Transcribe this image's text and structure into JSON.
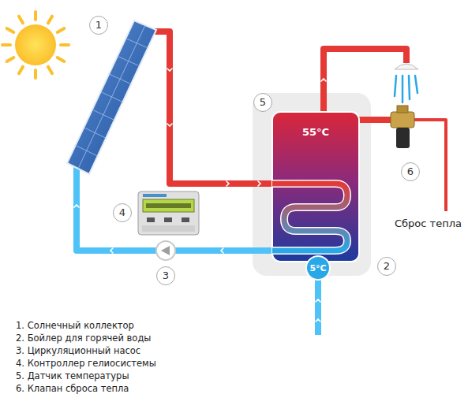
{
  "diagram": {
    "nodes": [
      {
        "text": [
          "55°C"
        ]
      },
      {
        "text": [
          "5°C"
        ]
      }
    ],
    "labels": [
      "1",
      "5",
      "6",
      "4",
      "2",
      "3",
      "Сброс тепла",
      "1. Солнечный коллектор",
      "2. Бойлер для горячей воды",
      "3. Циркуляционный насос",
      "4. Контроллер гелиосистемы",
      "5. Датчик температуры",
      "6. Клапан сброса тепла"
    ]
  }
}
